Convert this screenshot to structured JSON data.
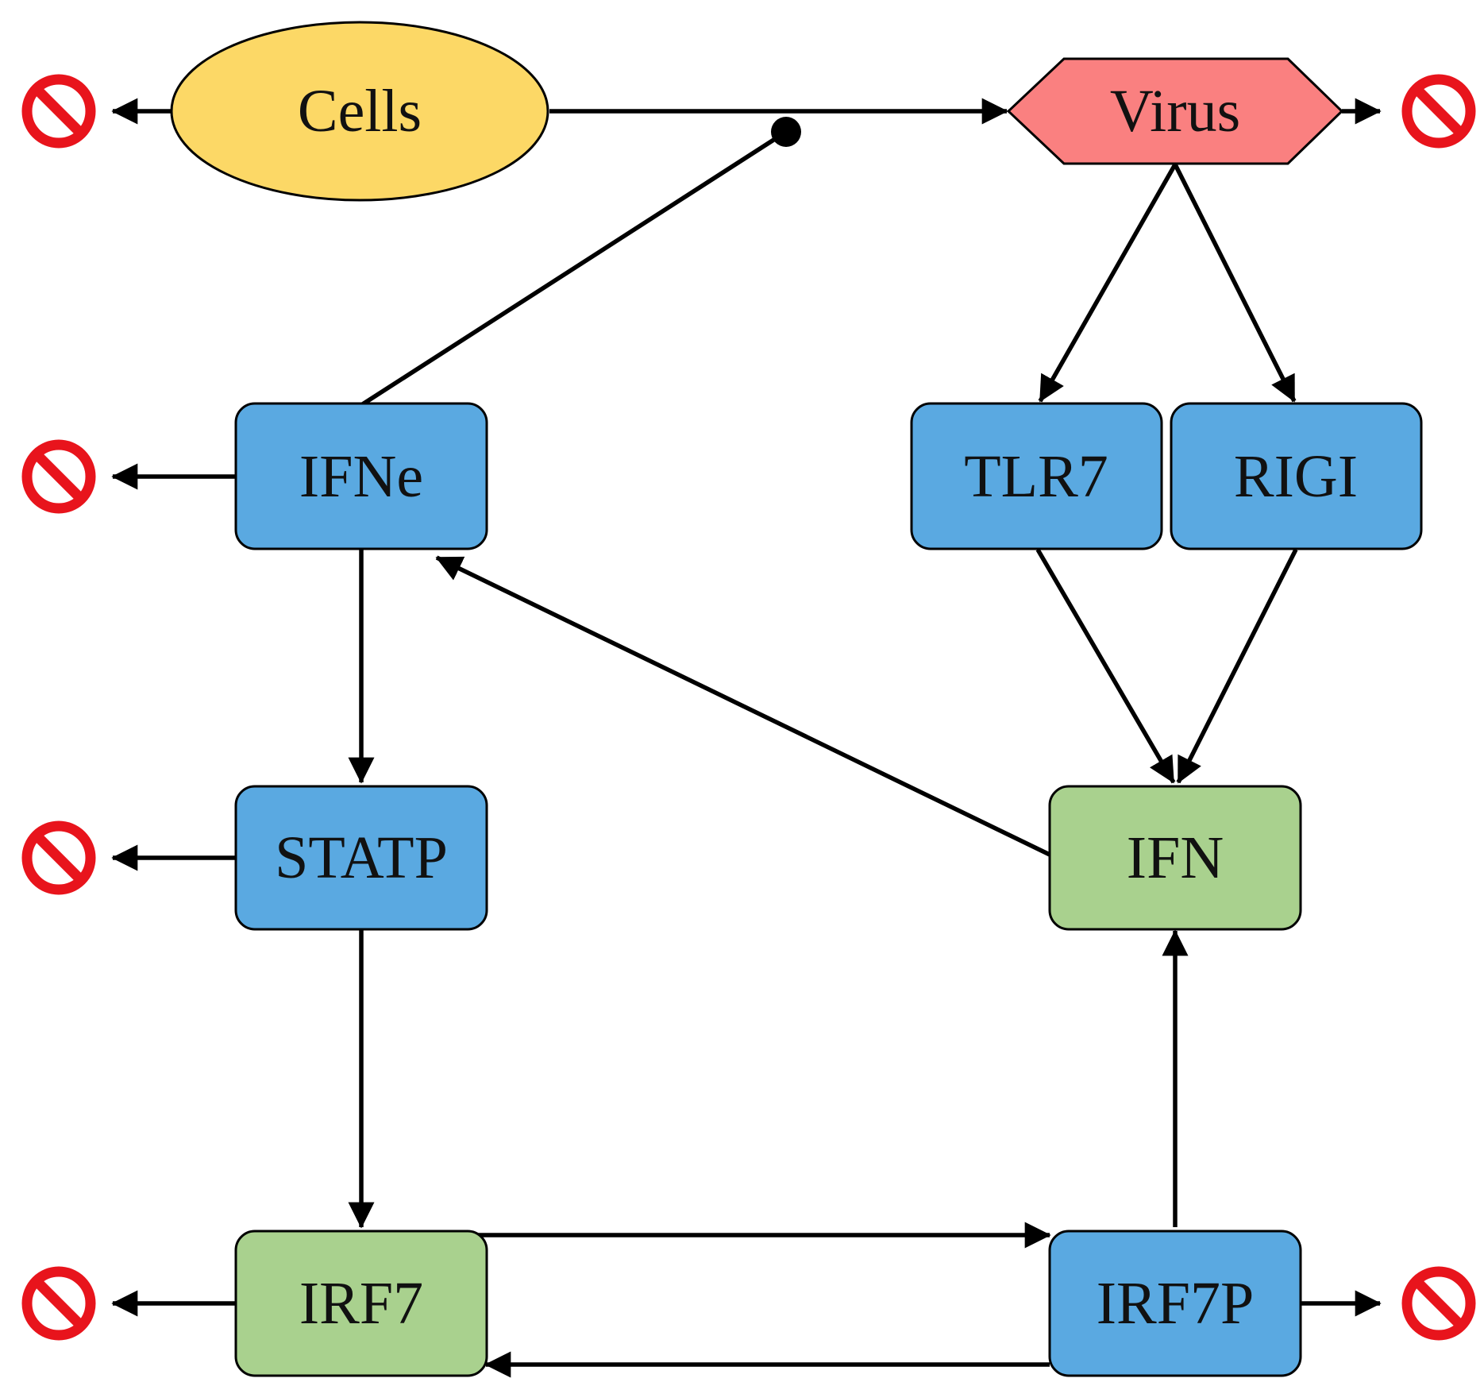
{
  "colors": {
    "cells": "#FCD866",
    "virus": "#FA8080",
    "blue_node": "#5AA9E1",
    "green_node": "#A9D18E",
    "degradation": "#E8141C"
  },
  "nodes": {
    "cells": {
      "label": "Cells",
      "shape": "ellipse"
    },
    "virus": {
      "label": "Virus",
      "shape": "hexagon"
    },
    "ifne": {
      "label": "IFNe",
      "shape": "rounded-rect"
    },
    "tlr7": {
      "label": "TLR7",
      "shape": "rounded-rect"
    },
    "rigi": {
      "label": "RIGI",
      "shape": "rounded-rect"
    },
    "statp": {
      "label": "STATP",
      "shape": "rounded-rect"
    },
    "ifn": {
      "label": "IFN",
      "shape": "rounded-rect"
    },
    "irf7": {
      "label": "IRF7",
      "shape": "rounded-rect"
    },
    "irf7p": {
      "label": "IRF7P",
      "shape": "rounded-rect"
    }
  },
  "edges": [
    {
      "from": "cells",
      "to": "virus",
      "type": "arrow"
    },
    {
      "from": "ifne",
      "to": "cells-virus",
      "type": "inhibition"
    },
    {
      "from": "virus",
      "to": "tlr7",
      "type": "arrow"
    },
    {
      "from": "virus",
      "to": "rigi",
      "type": "arrow"
    },
    {
      "from": "tlr7",
      "to": "ifn",
      "type": "arrow"
    },
    {
      "from": "rigi",
      "to": "ifn",
      "type": "arrow"
    },
    {
      "from": "ifn",
      "to": "ifne",
      "type": "arrow"
    },
    {
      "from": "ifne",
      "to": "statp",
      "type": "arrow"
    },
    {
      "from": "statp",
      "to": "irf7",
      "type": "arrow"
    },
    {
      "from": "irf7",
      "to": "irf7p",
      "type": "arrow"
    },
    {
      "from": "irf7p",
      "to": "irf7",
      "type": "arrow"
    },
    {
      "from": "irf7p",
      "to": "ifn",
      "type": "arrow"
    }
  ],
  "degradation_icon": "prohibition-icon",
  "degraded_nodes": [
    "cells",
    "virus",
    "ifne",
    "statp",
    "irf7",
    "irf7p"
  ]
}
